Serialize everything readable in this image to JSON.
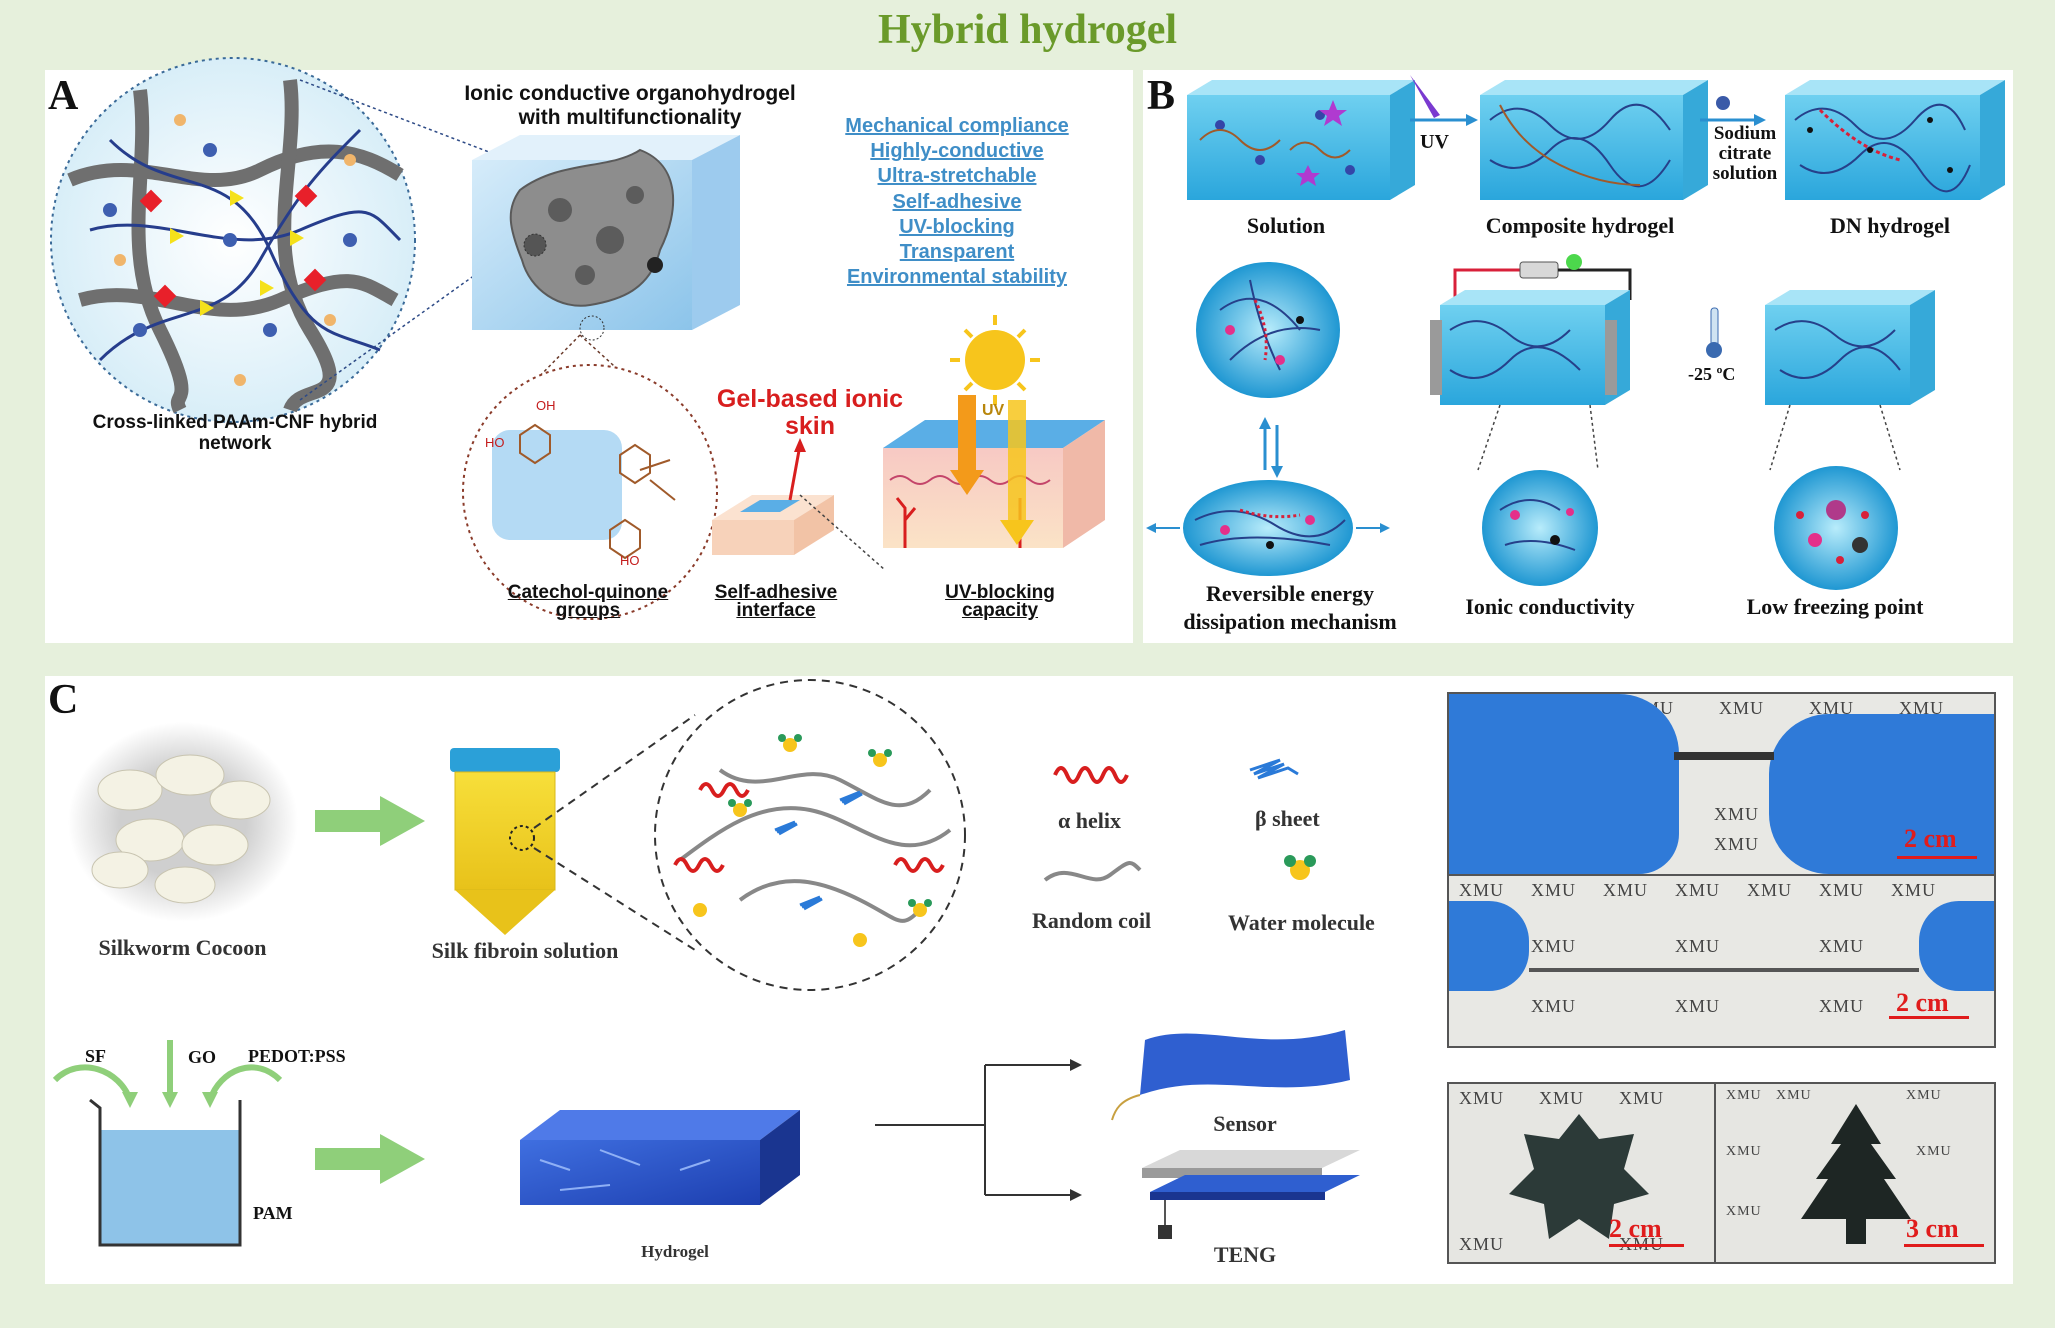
{
  "title": "Hybrid hydrogel",
  "panel_a": {
    "label": "A",
    "heading": [
      "Ionic conductive organohydrogel",
      "with multifunctionality"
    ],
    "features": [
      "Mechanical compliance",
      "Highly-conductive",
      "Ultra-stretchable",
      "Self-adhesive",
      "UV-blocking",
      "Transparent",
      "Environmental stability"
    ],
    "network_caption": [
      "Cross-linked PAAm-CNF hybrid",
      "network"
    ],
    "skin_label": [
      "Gel-based ionic",
      "skin"
    ],
    "uv_label": "UV",
    "hydroxyl_label": "HO",
    "oh_label": "OH",
    "captions": [
      [
        "Catechol-quinone",
        "groups"
      ],
      [
        "Self-adhesive",
        "interface"
      ],
      [
        "UV-blocking",
        "capacity"
      ]
    ]
  },
  "panel_b": {
    "label": "B",
    "uv_label": "UV",
    "reagent": [
      "Sodium",
      "citrate",
      "solution"
    ],
    "stage_labels": [
      "Solution",
      "Composite hydrogel",
      "DN hydrogel"
    ],
    "temperature": "-25 ºC",
    "captions": [
      [
        "Reversible energy",
        "dissipation mechanism"
      ],
      "Ionic conductivity",
      "Low freezing point"
    ]
  },
  "panel_c": {
    "label": "C",
    "cocoon_label": "Silkworm Cocoon",
    "solution_label": "Silk fibroin solution",
    "legend": [
      "α helix",
      "β sheet",
      "Random coil",
      "Water molecule"
    ],
    "inputs": [
      "SF",
      "GO",
      "PEDOT:PSS"
    ],
    "pam_label": "PAM",
    "hydrogel_label": "Hydrogel",
    "outputs": [
      "Sensor",
      "TENG"
    ],
    "photo_watermark": "XMU",
    "scale_bars": [
      "2 cm",
      "2 cm",
      "2 cm",
      "3 cm"
    ]
  },
  "colors": {
    "title": "#6a9a2a",
    "feature_text": "#3f8ec7",
    "skin_text": "#d81e1e",
    "arrow_green": "#8fcf7a",
    "scale_red": "#e01c1c",
    "background": "#e6f0dc"
  }
}
